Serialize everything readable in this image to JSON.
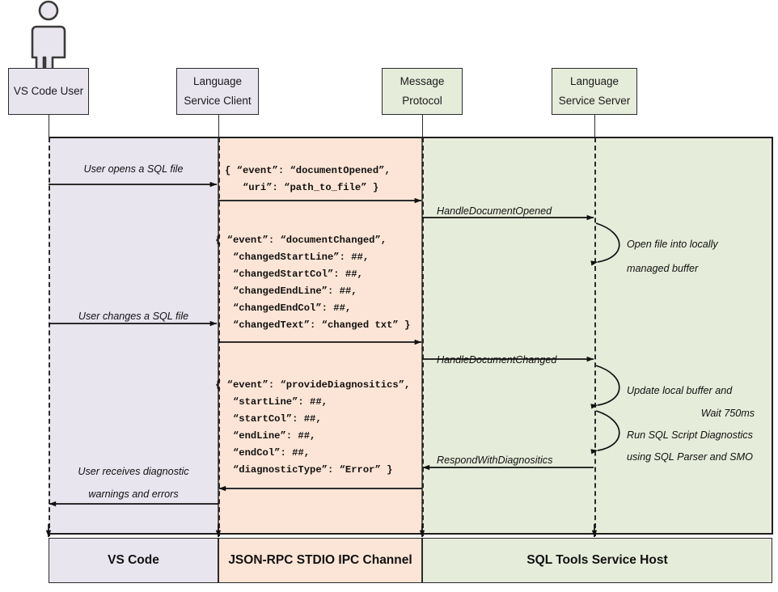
{
  "diagram": {
    "title": "SQL Tools Service language service sequence diagram",
    "type": "sequence-diagram",
    "colors": {
      "band_vscode": "#e8e5ef",
      "band_ipc": "#fce5d6",
      "band_service": "#e6ecda",
      "stroke": "#2b2b2b",
      "actor_fill": "#e8e5ef"
    }
  },
  "actor": {
    "name": "stick-figure-user"
  },
  "participants": [
    {
      "id": "vscode-user",
      "line1": "VS Code User",
      "line2": ""
    },
    {
      "id": "language-service-client",
      "line1": "Language",
      "line2": "Service Client"
    },
    {
      "id": "message-protocol",
      "line1": "Message",
      "line2": "Protocol"
    },
    {
      "id": "language-service-server",
      "line1": "Language",
      "line2": "Service Server"
    }
  ],
  "messages": [
    {
      "id": "user-opens-file",
      "label": "User opens a SQL file"
    },
    {
      "id": "handle-document-opened",
      "label": "HandleDocumentOpened"
    },
    {
      "id": "user-changes-file",
      "label": "User changes a SQL file"
    },
    {
      "id": "handle-document-changed",
      "label": "HandleDocumentChanged"
    },
    {
      "id": "respond-with-diagnositics",
      "label": "RespondWithDiagnositics"
    },
    {
      "id": "user-receives-diagnostics-1",
      "label": "User receives diagnostic"
    },
    {
      "id": "user-receives-diagnostics-2",
      "label": "warnings and errors"
    }
  ],
  "payloads": {
    "document_opened": "{ “event”: “documentOpened”,\n   “uri”: “path_to_file” }",
    "document_changed": "{ “event”: “documentChanged”,\n   “changedStartLine”: ##,\n   “changedStartCol”: ##,\n   “changedEndLine”: ##,\n   “changedEndCol”: ##,\n   “changedText”: “changed txt” }",
    "provide_diagnositics": "{ “event”: “provideDiagnositics”,\n   “startLine”: ##,\n   “startCol”: ##,\n   “endLine”: ##,\n   “endCol”: ##,\n   “diagnosticType”: “Error” }"
  },
  "notes": [
    {
      "id": "open-file-note-1",
      "text": "Open file into locally"
    },
    {
      "id": "open-file-note-2",
      "text": "managed buffer"
    },
    {
      "id": "update-buffer-note-1",
      "text": "Update local buffer and"
    },
    {
      "id": "update-buffer-note-2",
      "text": "Wait 750ms"
    },
    {
      "id": "run-diagnostics-note-1",
      "text": "Run SQL Script Diagnostics"
    },
    {
      "id": "run-diagnostics-note-2",
      "text": "using SQL Parser and SMO"
    }
  ],
  "footer": [
    {
      "id": "footer-vscode",
      "label": "VS Code"
    },
    {
      "id": "footer-ipc",
      "label": "JSON-RPC STDIO IPC Channel"
    },
    {
      "id": "footer-service-host",
      "label": "SQL Tools Service Host"
    }
  ]
}
